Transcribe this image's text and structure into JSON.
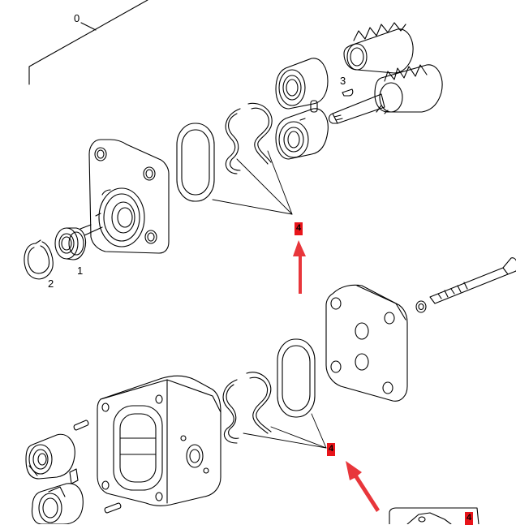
{
  "diagram": {
    "part_labels": {
      "assembly": "0",
      "seal": "1",
      "snap_ring": "2",
      "key": "3"
    },
    "highlight_labels": {
      "upper_kit": "4",
      "lower_kit": "4",
      "corner_kit": "4"
    },
    "colors": {
      "line": "#000000",
      "badge": "#e8141a",
      "arrow": "#e8363b"
    },
    "icons": [
      "red-pointer-arrow",
      "red-pointer-arrow"
    ]
  }
}
